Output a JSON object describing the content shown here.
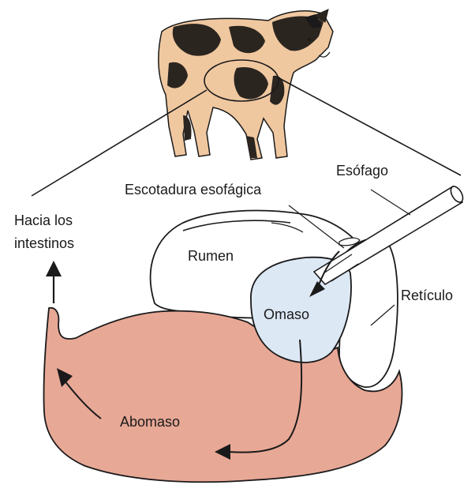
{
  "labels": {
    "hacia_los": "Hacia los",
    "intestinos": "intestinos",
    "escotadura": "Escotadura esofágica",
    "esofago": "Esófago",
    "rumen": "Rumen",
    "omaso": "Omaso",
    "reticulo": "Retículo",
    "abomaso": "Abomaso"
  },
  "colors": {
    "abomaso": "#e8a896",
    "omaso": "#dde8f5",
    "rumen": "#ffffff",
    "calf_body": "#f0c8a0",
    "calf_spots": "#2b2520",
    "outline": "#1a1a1a"
  },
  "icons": {
    "calf": "calf-illustration"
  }
}
